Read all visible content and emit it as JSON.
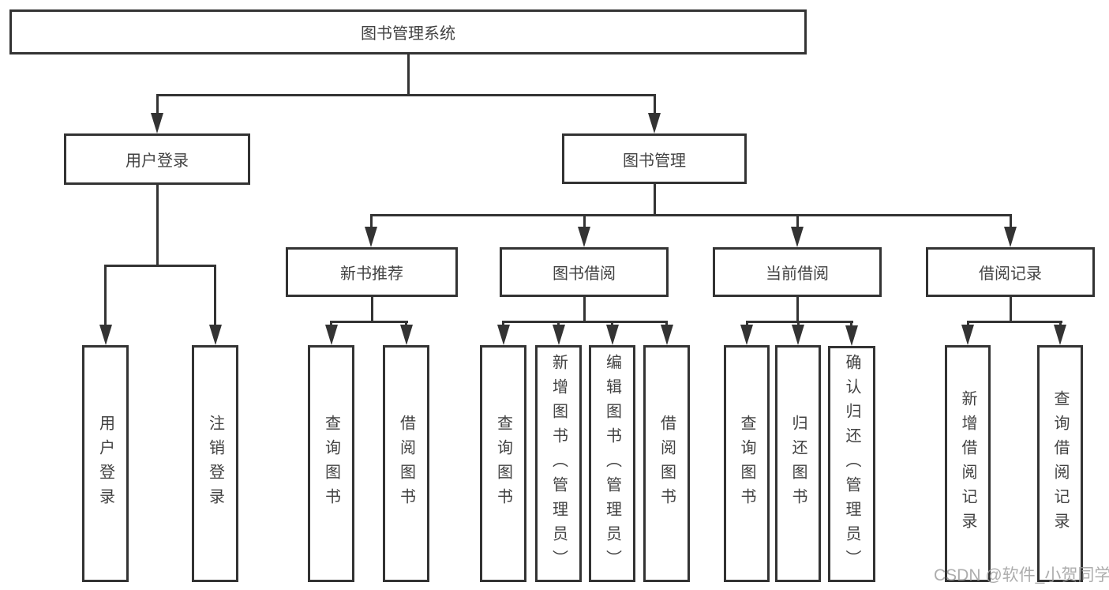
{
  "diagram_title": "图书管理系统",
  "tree": {
    "label": "图书管理系统",
    "children": [
      {
        "label": "用户登录",
        "children": [
          {
            "label": "用户登录"
          },
          {
            "label": "注销登录"
          }
        ]
      },
      {
        "label": "图书管理",
        "children": [
          {
            "label": "新书推荐",
            "children": [
              {
                "label": "查询图书"
              },
              {
                "label": "借阅图书"
              }
            ]
          },
          {
            "label": "图书借阅",
            "children": [
              {
                "label": "查询图书"
              },
              {
                "label": "新增图书（管理员）"
              },
              {
                "label": "编辑图书（管理员）"
              },
              {
                "label": "借阅图书"
              }
            ]
          },
          {
            "label": "当前借阅",
            "children": [
              {
                "label": "查询图书"
              },
              {
                "label": "归还图书"
              },
              {
                "label": "确认归还（管理员）"
              }
            ]
          },
          {
            "label": "借阅记录",
            "children": [
              {
                "label": "新增借阅记录"
              },
              {
                "label": "查询借阅记录"
              }
            ]
          }
        ]
      }
    ]
  },
  "watermark": {
    "text": "CSDN @软件_小贺同学"
  },
  "colors": {
    "line": "#333333",
    "box_border": "#333333",
    "text": "#424242",
    "watermark": "#9f9f9f",
    "background": "#ffffff"
  }
}
